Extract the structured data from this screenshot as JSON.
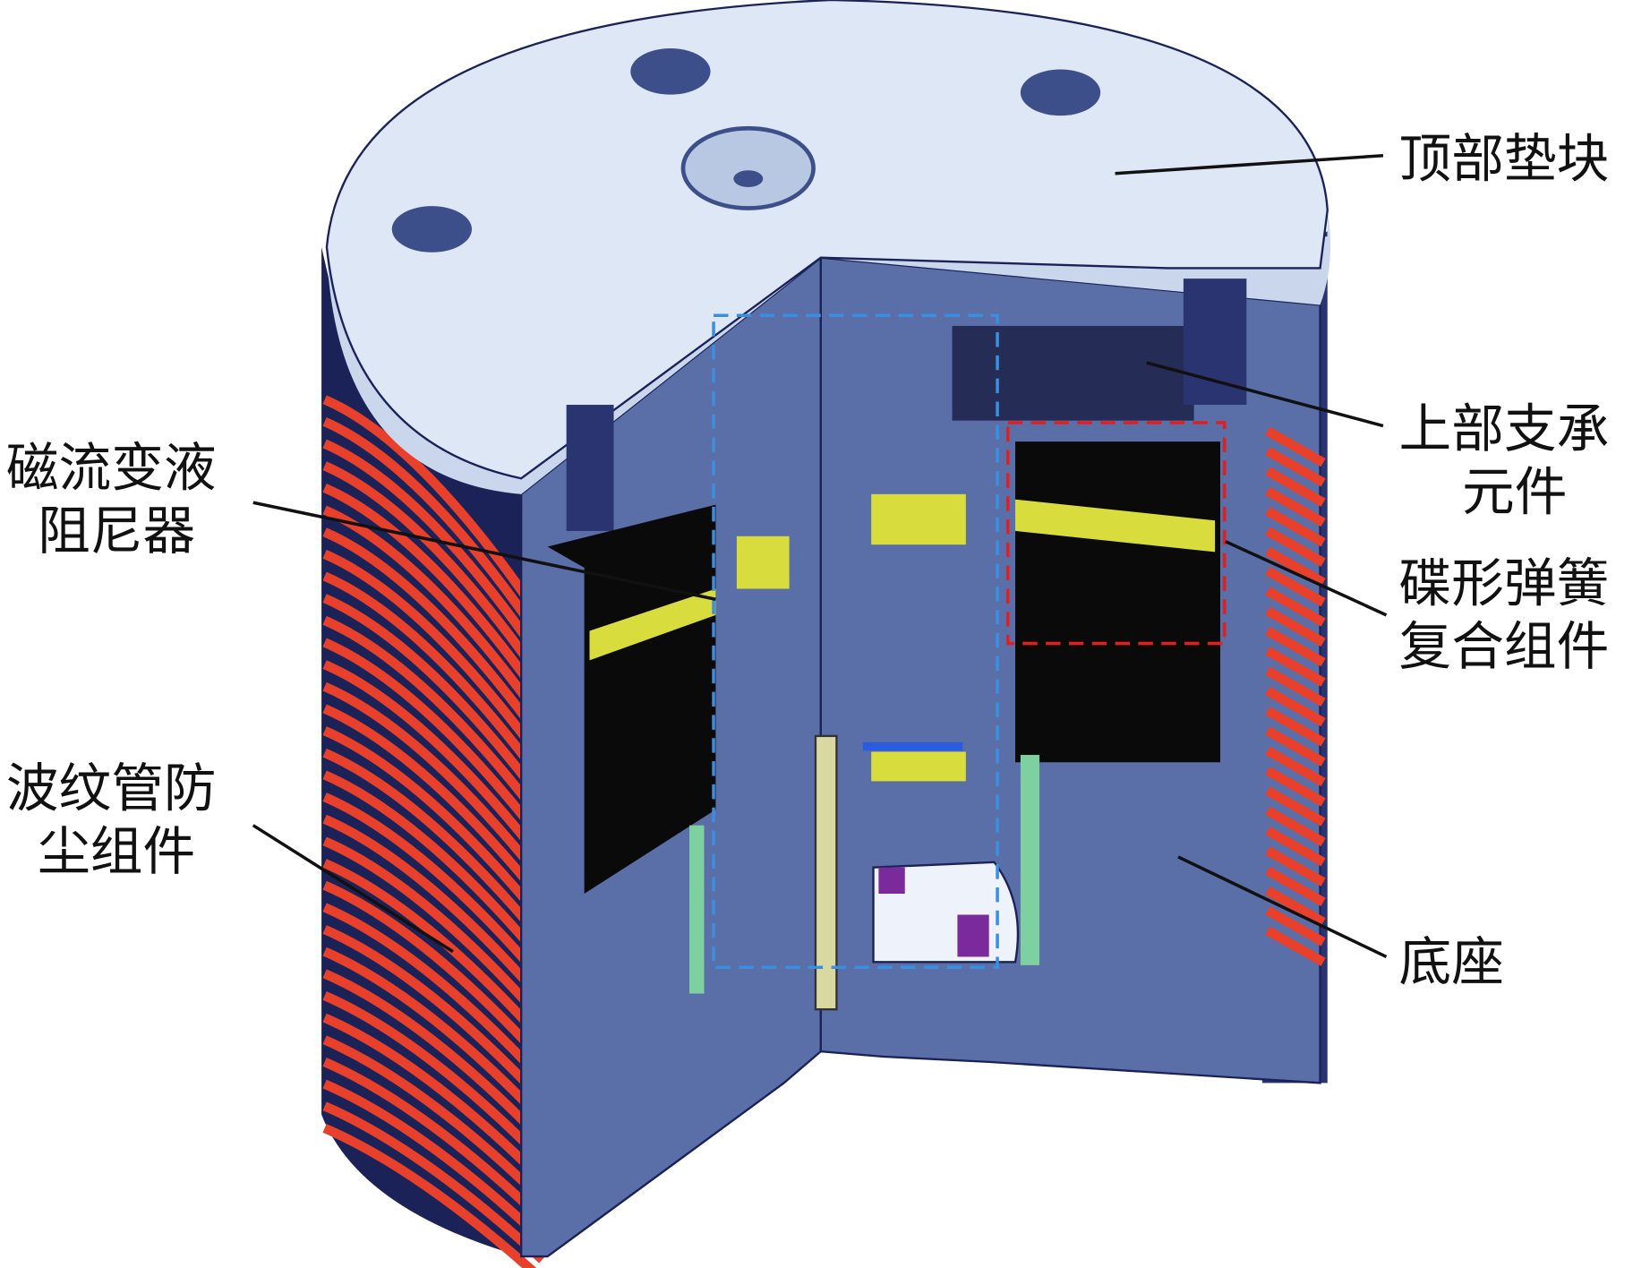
{
  "labels": {
    "top_pad": "顶部垫块",
    "upper_support_line1": "上部支承",
    "upper_support_line2": "元件",
    "disc_spring_line1": "碟形弹簧",
    "disc_spring_line2": "复合组件",
    "base": "底座",
    "mr_damper_line1": "磁流变液",
    "mr_damper_line2": "阻尼器",
    "bellows_line1": "波纹管防",
    "bellows_line2": "尘组件"
  },
  "colors": {
    "body": "#5a6ea8",
    "dark": "#1a2258",
    "top": "#dde7f5",
    "spring": "#e8402a",
    "yellow": "#d8dc3c",
    "blue_box": "#3a8fe0",
    "red_box": "#e02020"
  }
}
